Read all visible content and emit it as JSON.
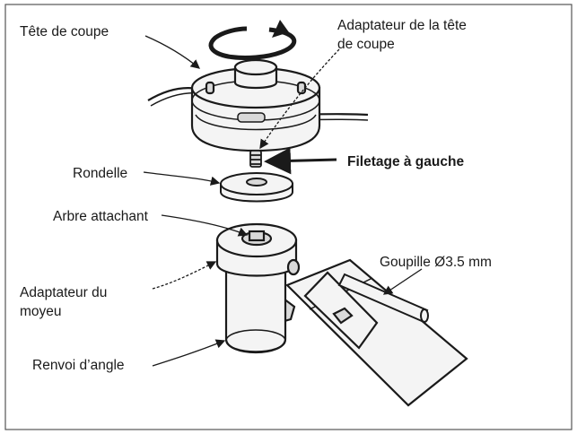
{
  "labels": {
    "cutting_head": "Tête de coupe",
    "head_adapter_line1": "Adaptateur de la tête",
    "head_adapter_line2": "de coupe",
    "left_thread": "Filetage à gauche",
    "washer": "Rondelle",
    "shaft": "Arbre attachant",
    "pin": "Goupille Ø3.5 mm",
    "hub_adapter_line1": "Adaptateur du",
    "hub_adapter_line2": "moyeu",
    "gearbox": "Renvoi d’angle"
  },
  "colors": {
    "ink": "#1a1a1a",
    "part_fill": "#f4f4f4",
    "shade": "#d9d9d9",
    "border": "#555555"
  },
  "icons": [
    "rotation-arrow-icon"
  ]
}
